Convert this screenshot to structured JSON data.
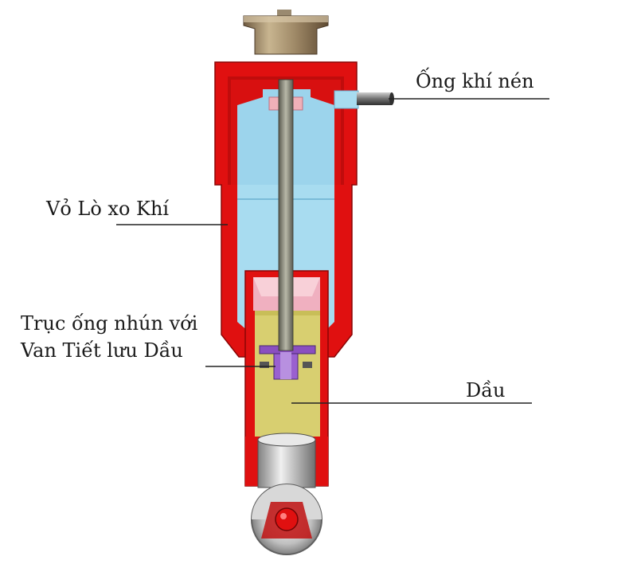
{
  "labels": {
    "compressed_air_tube": "Ống khí nén",
    "gas_spring_housing": "Vỏ Lò xo Khí",
    "rod_line1": "Trục  ống nhún với",
    "rod_line2": "Van Tiết lưu Dầu",
    "oil": "Dầu"
  },
  "colors": {
    "housing_red": "#e01010",
    "housing_dark_red": "#b80a0a",
    "air_blue": "#a8dcf0",
    "oil_yellow": "#d8cf70",
    "rod_gray": "#8a8a80",
    "valve_purple": "#8a4fc0",
    "cap_bronze": "#a08a68",
    "leader_line": "#222222"
  }
}
